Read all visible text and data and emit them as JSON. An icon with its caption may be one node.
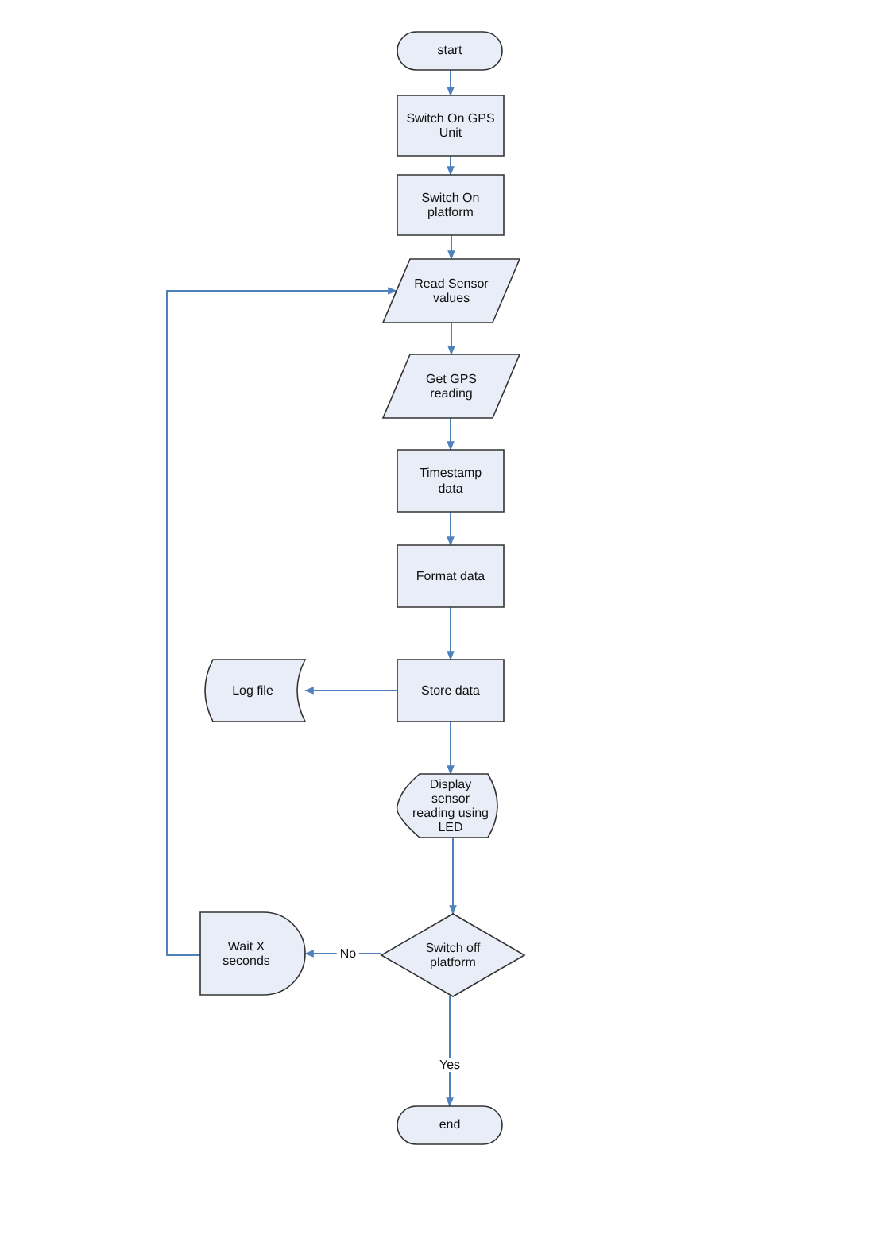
{
  "diagram": {
    "nodes": [
      {
        "text": [
          "start"
        ]
      },
      {
        "text": [
          "Switch On GPS Unit"
        ]
      },
      {
        "text": [
          "Switch On platform"
        ]
      },
      {
        "text": [
          "Read Sensor values"
        ]
      },
      {
        "text": [
          "Get GPS reading"
        ]
      },
      {
        "text": [
          "Timestamp data"
        ]
      },
      {
        "text": [
          "Format data"
        ]
      },
      {
        "text": [
          "Store data"
        ]
      },
      {
        "text": [
          "Log file"
        ]
      },
      {
        "text": [
          "Display sensor reading using LED"
        ]
      },
      {
        "text": [
          "Switch off platform"
        ]
      },
      {
        "text": [
          "Wait X seconds"
        ]
      },
      {
        "text": [
          "end"
        ]
      }
    ],
    "edges": [
      {
        "from": 0,
        "to": 1,
        "arrow": "to"
      },
      {
        "from": 1,
        "to": 2,
        "arrow": "to"
      },
      {
        "from": 2,
        "to": 3,
        "arrow": "to"
      },
      {
        "from": 3,
        "to": 4,
        "arrow": "to"
      },
      {
        "from": 4,
        "to": 5,
        "arrow": "to"
      },
      {
        "from": 5,
        "to": 6,
        "arrow": "to"
      },
      {
        "from": 6,
        "to": 7,
        "arrow": "to"
      },
      {
        "from": 7,
        "to": 8,
        "arrow": "to"
      },
      {
        "from": 7,
        "to": 9,
        "arrow": "to"
      },
      {
        "from": 9,
        "to": 10,
        "arrow": "to"
      },
      {
        "from": 10,
        "to": 11,
        "arrow": "to",
        "label": "No"
      },
      {
        "from": 10,
        "to": 12,
        "arrow": "to",
        "label": "Yes"
      },
      {
        "from": 11,
        "to": 3,
        "arrow": "to"
      }
    ]
  }
}
